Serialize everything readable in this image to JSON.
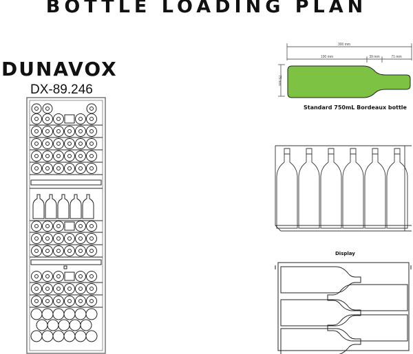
{
  "title": "BOTTLE LOADING PLAN",
  "brand": "DUNAVOX",
  "model": "DX-89.246",
  "bottle_diagram": {
    "total_length": "300 mm",
    "body_length": "190 mm",
    "shoulder_length": "39 mm",
    "neck_length": "71 mm",
    "diameter": "75 mm",
    "caption": "Standard 750mL Bordeaux bottle",
    "bottle_color": "#7dc242"
  },
  "display": {
    "caption": "Display"
  }
}
